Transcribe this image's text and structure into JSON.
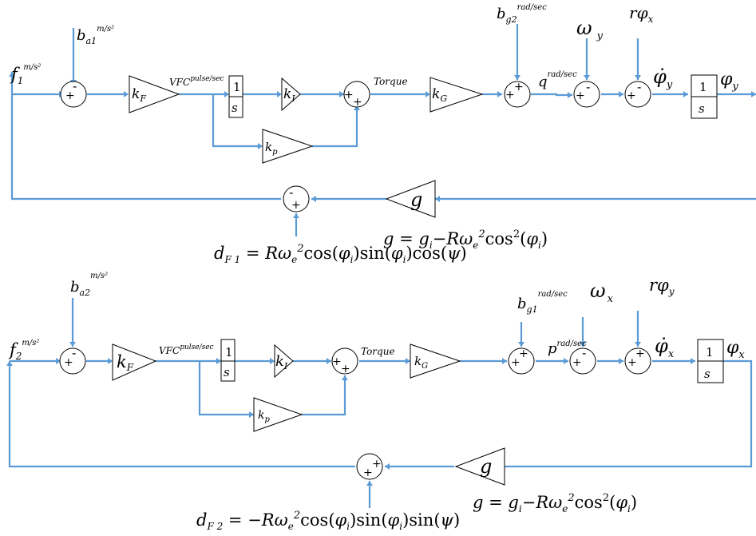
{
  "colors": {
    "wire": "#5b9bd5",
    "stroke": "#000000",
    "background": "#ffffff"
  },
  "symbols": {
    "s": "s",
    "one": "1",
    "plus": "+",
    "minus": "-",
    "f": "f",
    "b": "b",
    "d": "d",
    "F": "F",
    "k": "k",
    "g": "g",
    "omega": "ω",
    "phi": "φ",
    "phi_dot": "φ̇",
    "psi": "ψ",
    "r": "r",
    "R": "R",
    "q": "q",
    "p": "p",
    "sub_1": "1",
    "sub_2": "2",
    "sub_x": "x",
    "sub_y": "y",
    "sub_i": "i",
    "sub_e": "e",
    "sub_F": "F",
    "sub_I": "I",
    "sub_p": "p",
    "sub_G": "G",
    "sub_a1": "a1",
    "sub_a2": "a2",
    "sub_g1": "g1",
    "sub_g2": "g2",
    "sub_F1": "F 1",
    "sub_F2": "F 2",
    "sq": "2",
    "eq": " = ",
    "neg": "−",
    "vfc": "VFC",
    "torque": "Torque",
    "unit_accel": "m/s²",
    "unit_pulse": "pulse/sec",
    "unit_rad": "rad/sec",
    "cos": "cos",
    "sin": "sin",
    "cos2": "cos",
    "lp": "(",
    "rp": ")"
  }
}
